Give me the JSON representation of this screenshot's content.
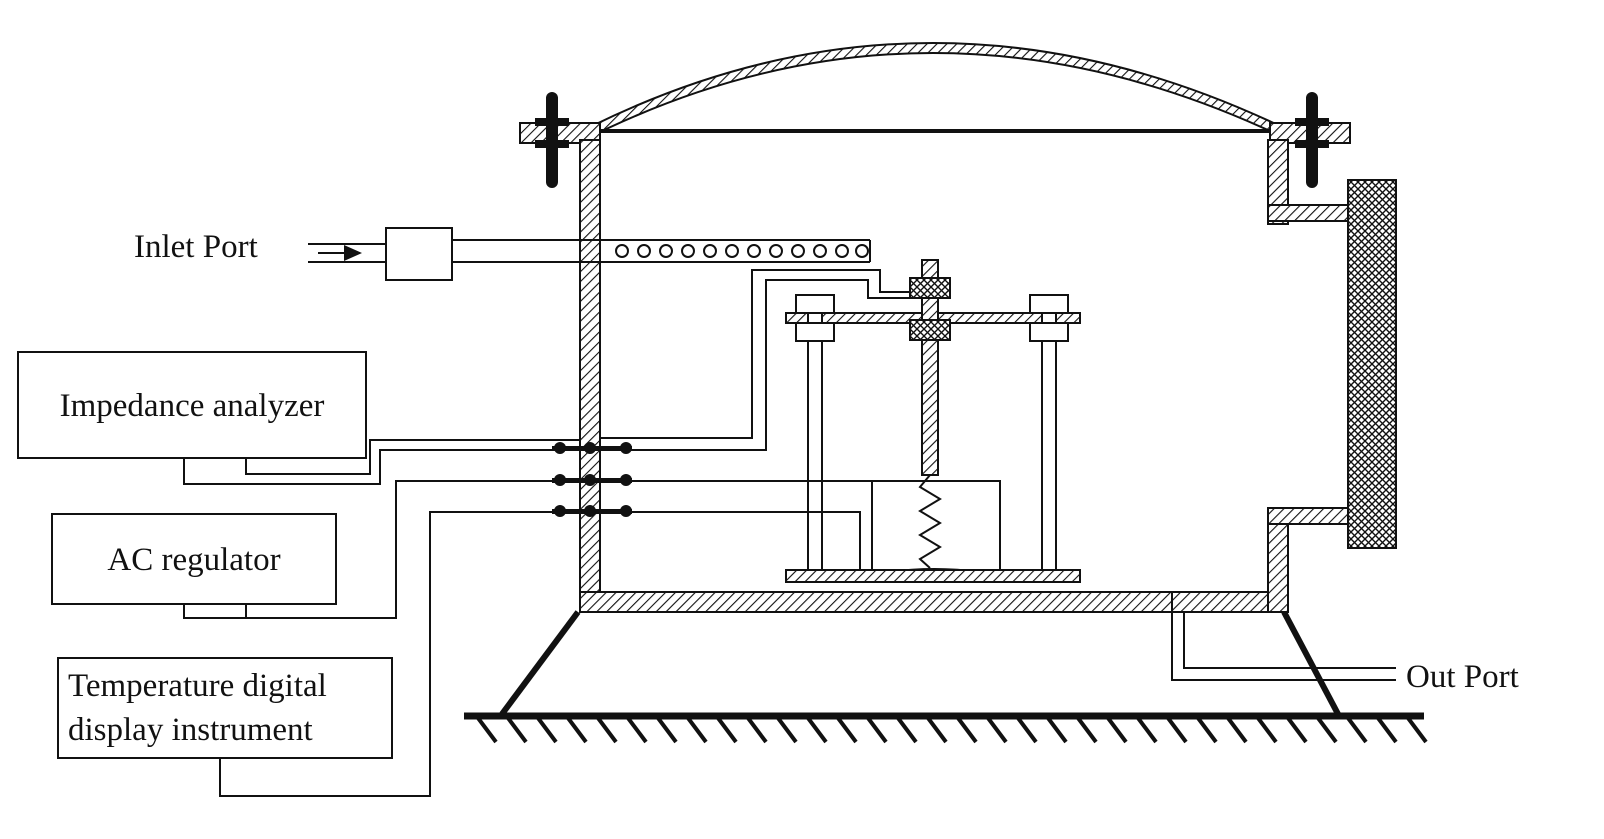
{
  "labels": {
    "inlet_port": "Inlet Port",
    "impedance_analyzer": "Impedance analyzer",
    "ac_regulator": "AC regulator",
    "temperature_line1": "Temperature digital",
    "temperature_line2": "display instrument",
    "out_port": "Out Port"
  },
  "colors": {
    "ink": "#111111",
    "background": "#ffffff"
  }
}
